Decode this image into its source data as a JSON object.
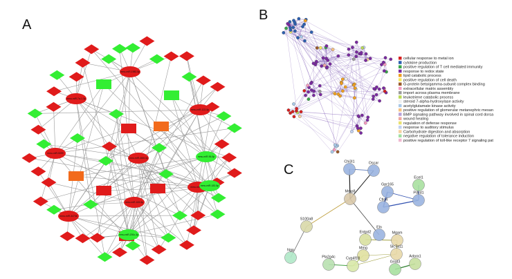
{
  "figure": {
    "panels": [
      {
        "letter": "A"
      },
      {
        "letter": "B"
      },
      {
        "letter": "C"
      }
    ]
  },
  "colors": {
    "red": "#e01b1b",
    "green": "#33ee33",
    "orange": "#f26a1b",
    "edge_a": "#999999",
    "edge_b": "#6a3fa8",
    "edge_c": "#555555"
  },
  "panel_a": {
    "ellipses": [
      {
        "label": "mmu-miR-1982-5p",
        "color": "red"
      },
      {
        "label": "mmu-miR-7a-1-3p",
        "color": "red"
      },
      {
        "label": "mmu-miR-122-5p",
        "color": "red"
      },
      {
        "label": "mmu-miR-5099",
        "color": "red"
      },
      {
        "label": "mmu-miR-466f-3p",
        "color": "red"
      },
      {
        "label": "mmu-miR-711",
        "color": "red"
      },
      {
        "label": "mmu-miR-3473b",
        "color": "red"
      },
      {
        "label": "mmu-miR-183-5p",
        "color": "red"
      },
      {
        "label": "mmu-miR-96-5p",
        "color": "green"
      },
      {
        "label": "mmu-miR-182-5p",
        "color": "green"
      },
      {
        "label": "mmu-miR-200c-3p",
        "color": "green"
      }
    ]
  },
  "panel_b": {
    "legend": [
      {
        "label": "cellular response to metal ion",
        "color": "#d62020"
      },
      {
        "label": "cytokine production",
        "color": "#2c5fb0"
      },
      {
        "label": "positive regulation of T cell mediated immunity",
        "color": "#3aa64a"
      },
      {
        "label": "response to redox state",
        "color": "#7a2aa0"
      },
      {
        "label": "lipid catabolic process",
        "color": "#f0a020"
      },
      {
        "label": "positive regulation of cell death",
        "color": "#f5e860"
      },
      {
        "label": "G-protein beta/gamma-subunit complex binding",
        "color": "#9a5a2a"
      },
      {
        "label": "extracellular matrix assembly",
        "color": "#f59ac0"
      },
      {
        "label": "import across plasma membrane",
        "color": "#9a9a9a"
      },
      {
        "label": "leukotriene catabolic process",
        "color": "#bada55"
      },
      {
        "label": "steroid 7-alpha-hydroxylase activity",
        "color": "#eeeeee"
      },
      {
        "label": "acetylglutamate kinase activity",
        "color": "#a8c8e8"
      },
      {
        "label": "positive regulation of glomerular metanephric mesan",
        "color": "#f5c080"
      },
      {
        "label": "BMP signaling pathway involved in spinal cord dorsa",
        "color": "#b8a0d8"
      },
      {
        "label": "wound healing",
        "color": "#f0a8a0"
      },
      {
        "label": "regulation of defense response",
        "color": "#e8e070"
      },
      {
        "label": "response to auditory stimulus",
        "color": "#c0d0f0"
      },
      {
        "label": "Carbohydrate digestion and absorption",
        "color": "#f5d0a0"
      },
      {
        "label": "negative regulation of tolerance induction",
        "color": "#a0e0a0"
      },
      {
        "label": "positive regulation of toll-like receptor 7 signaling pat",
        "color": "#f0b8d0"
      }
    ]
  },
  "panel_c": {
    "nodes": [
      {
        "label": "Chi3l1",
        "color": "#9ab4e0"
      },
      {
        "label": "Oscar",
        "color": "#9ab4e0"
      },
      {
        "label": "Mmp8",
        "color": "#d8c8a8"
      },
      {
        "label": "Gpr165",
        "color": "#9ab4e0"
      },
      {
        "label": "Ctla4",
        "color": "#9ab4e0"
      },
      {
        "label": "Ecel1",
        "color": "#a8e0a0"
      },
      {
        "label": "Pdcd1",
        "color": "#9ab4e0"
      },
      {
        "label": "Eln",
        "color": "#9ab4e0"
      },
      {
        "label": "S100a8",
        "color": "#d8d8a8"
      },
      {
        "label": "Ngp",
        "color": "#b0e8c8"
      },
      {
        "label": "Entpd2",
        "color": "#d8e0a0"
      },
      {
        "label": "Mgam",
        "color": "#e8d8a8"
      },
      {
        "label": "Slc7a11",
        "color": "#e8d8a8"
      },
      {
        "label": "Mmg",
        "color": "#e0e0a0"
      },
      {
        "label": "Cyp4f18",
        "color": "#d8e8a8"
      },
      {
        "label": "Pla2g4c",
        "color": "#b8e0b0"
      },
      {
        "label": "Gnat3",
        "color": "#a8e0a0"
      },
      {
        "label": "Adora1",
        "color": "#c8e0a0"
      }
    ]
  }
}
